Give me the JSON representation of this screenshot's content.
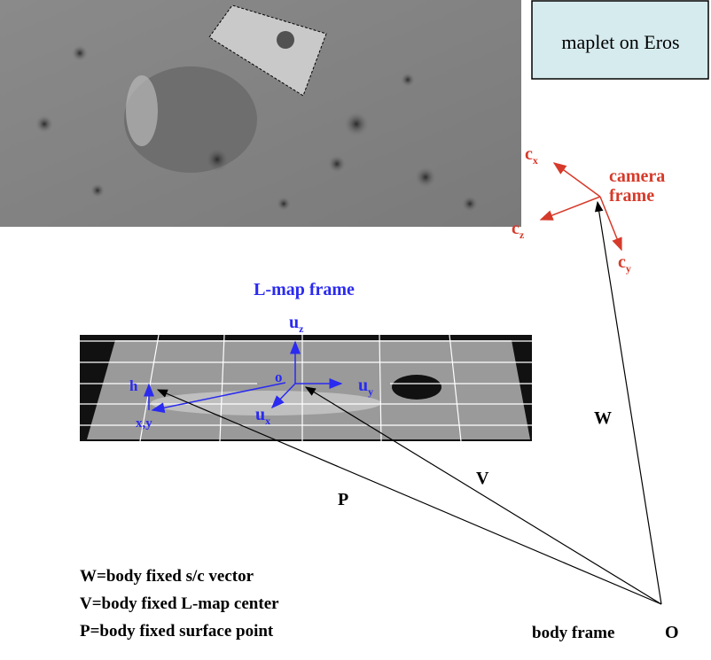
{
  "title_box": {
    "text": "maplet on Eros"
  },
  "camera": {
    "label_line1": "camera",
    "label_line2": "frame",
    "axis_x": "c",
    "axis_x_sub": "x",
    "axis_y": "c",
    "axis_y_sub": "y",
    "axis_z": "c",
    "axis_z_sub": "z"
  },
  "lmap": {
    "title": "L-map frame",
    "origin": "o",
    "uz": "u",
    "uz_sub": "z",
    "uy": "u",
    "uy_sub": "y",
    "ux": "u",
    "ux_sub": "x",
    "h": "h",
    "xy": "x,y"
  },
  "vectors": {
    "W": "W",
    "V": "V",
    "P": "P",
    "origin": "O",
    "body_frame": "body frame"
  },
  "legend": [
    "W=body fixed s/c vector",
    "V=body fixed L-map center",
    "P=body fixed surface point"
  ],
  "colors": {
    "blue": "#2a2af0",
    "red": "#d63a2a",
    "box": "#d6ebee"
  }
}
